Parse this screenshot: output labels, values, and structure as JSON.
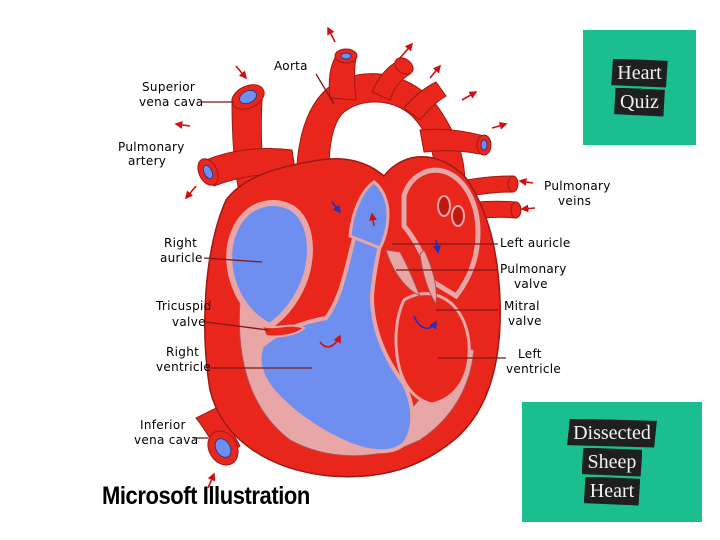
{
  "labels": {
    "aorta": "Aorta",
    "superior_vena_cava": [
      "Superior",
      "vena cava"
    ],
    "pulmonary_artery": [
      "Pulmonary",
      "artery"
    ],
    "right_auricle": [
      "Right",
      "auricle"
    ],
    "tricuspid_valve": [
      "Tricuspid",
      "valve"
    ],
    "right_ventricle": [
      "Right",
      "ventricle"
    ],
    "inferior_vena_cava": [
      "Inferior",
      "vena cava"
    ],
    "pulmonary_veins": [
      "Pulmonary",
      "veins"
    ],
    "left_auricle": "Left auricle",
    "pulmonary_valve": [
      "Pulmonary",
      "valve"
    ],
    "mitral_valve": [
      "Mitral",
      "valve"
    ],
    "left_ventricle": [
      "Left",
      "ventricle"
    ]
  },
  "credit": "Microsoft Illustration",
  "links": {
    "heart_quiz": [
      "Heart",
      "Quiz"
    ],
    "dissected_sheep_heart": [
      "Dissected",
      "Sheep",
      "Heart"
    ]
  },
  "colors": {
    "oxygenated": "#e8261c",
    "deoxygenated": "#6f8ff0",
    "wall_pink": "#e9a6a6",
    "link_box": "#1bbf8f"
  }
}
